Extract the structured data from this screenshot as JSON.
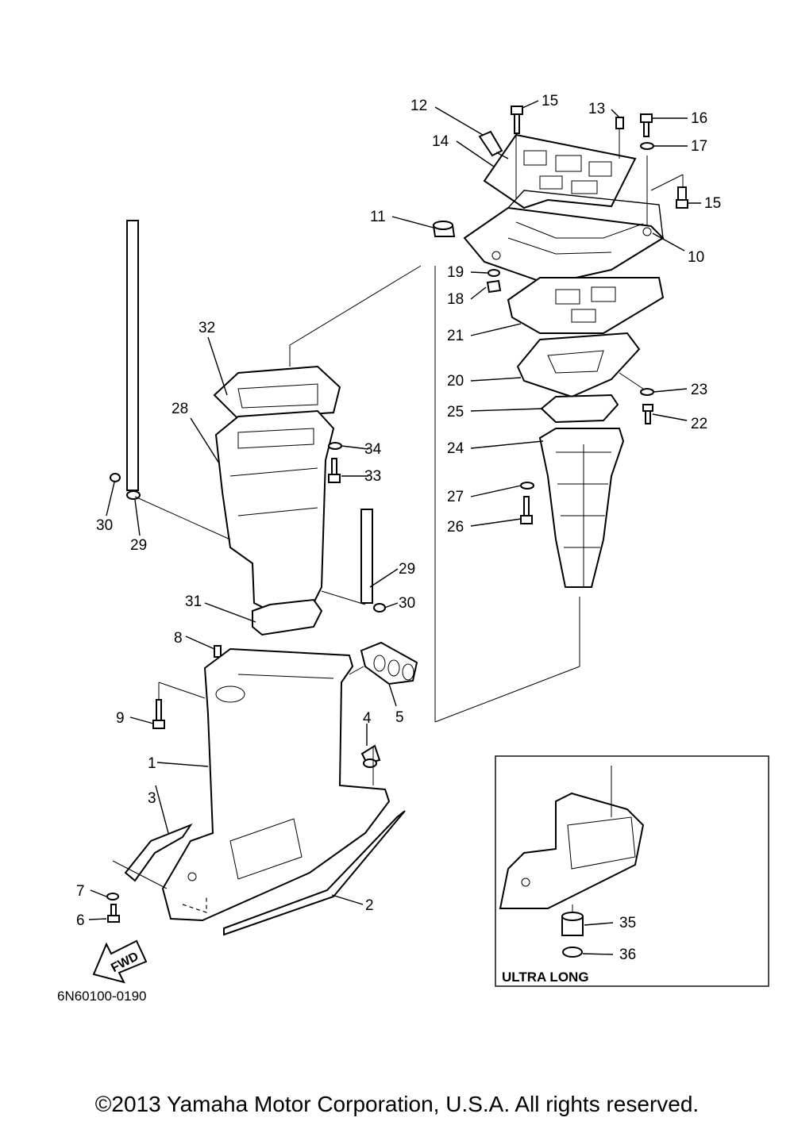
{
  "diagram": {
    "part_numbers": {
      "p1": "1",
      "p2": "2",
      "p3": "3",
      "p4": "4",
      "p5": "5",
      "p6": "6",
      "p7": "7",
      "p8": "8",
      "p9": "9",
      "p10": "10",
      "p11": "11",
      "p12": "12",
      "p13": "13",
      "p14": "14",
      "p15a": "15",
      "p15b": "15",
      "p16": "16",
      "p17": "17",
      "p18": "18",
      "p19": "19",
      "p20": "20",
      "p21": "21",
      "p22": "22",
      "p23": "23",
      "p24": "24",
      "p25": "25",
      "p26": "26",
      "p27": "27",
      "p28": "28",
      "p29a": "29",
      "p29b": "29",
      "p30a": "30",
      "p30b": "30",
      "p31": "31",
      "p32": "32",
      "p33": "33",
      "p34": "34",
      "p35": "35",
      "p36": "36"
    },
    "inset_label": "ULTRA LONG",
    "direction_label": "FWD",
    "diagram_code": "6N60100-0190"
  },
  "footer": {
    "copyright": "©2013 Yamaha Motor Corporation, U.S.A. All rights reserved."
  }
}
